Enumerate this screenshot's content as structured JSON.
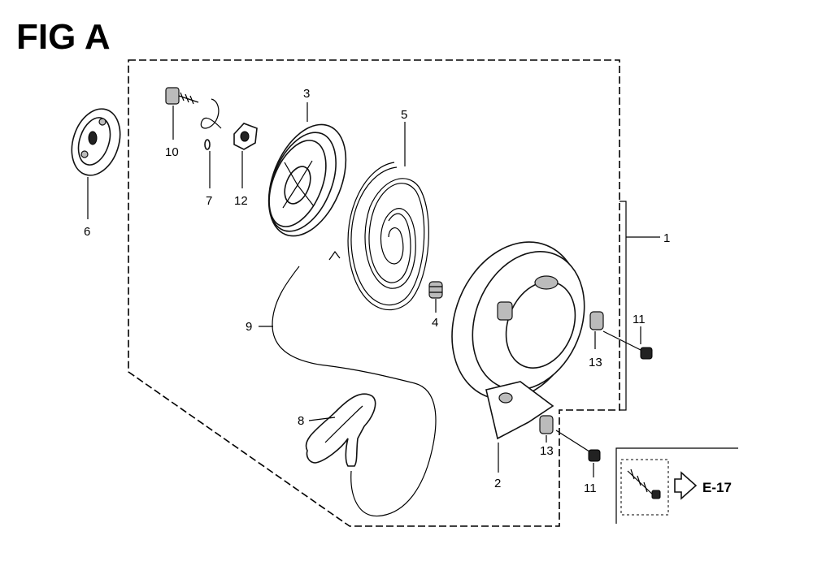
{
  "figure": {
    "title": "FIG A"
  },
  "callouts": {
    "p1": "1",
    "p2": "2",
    "p3": "3",
    "p4": "4",
    "p5": "5",
    "p6": "6",
    "p7": "7",
    "p8": "8",
    "p9": "9",
    "p10": "10",
    "p11a": "11",
    "p11b": "11",
    "p12": "12",
    "p13a": "13",
    "p13b": "13"
  },
  "reference": {
    "label": "E-17"
  }
}
